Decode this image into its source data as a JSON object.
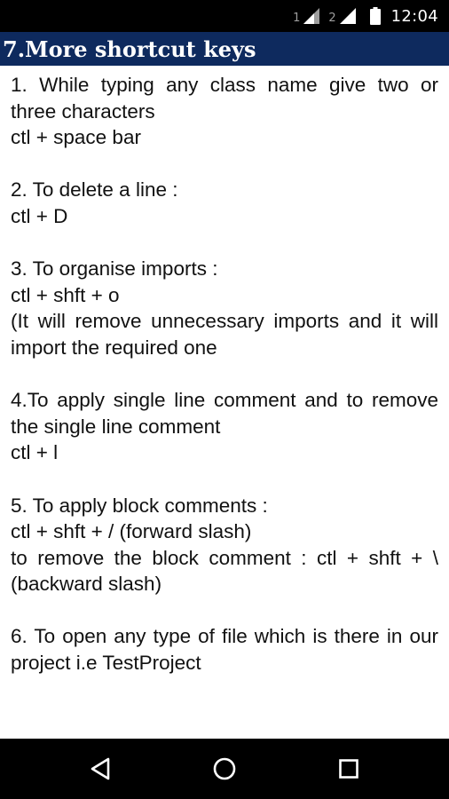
{
  "status_bar": {
    "sim1_label": "1",
    "sim2_label": "2",
    "time": "12:04",
    "icons": [
      "signal-icon",
      "signal-icon",
      "battery-icon"
    ]
  },
  "header": {
    "title": "7.More shortcut keys",
    "background": "#0e2a5e"
  },
  "content": {
    "items": [
      {
        "lines": [
          "1. While typing any class name give two or three characters",
          "ctl + space bar"
        ]
      },
      {
        "lines": [
          "2. To delete a line :",
          "ctl + D"
        ]
      },
      {
        "lines": [
          "3. To organise imports :",
          "ctl + shft + o",
          "(It will remove unnecessary imports and it will import the required one"
        ]
      },
      {
        "lines": [
          "4.To apply single line comment and to remove the single line comment",
          "ctl + l"
        ]
      },
      {
        "lines": [
          "5. To apply block comments :",
          "ctl + shft + / (forward slash)",
          "to remove the block comment : ctl + shft + \\ (backward slash)"
        ]
      },
      {
        "lines": [
          "6. To open any type of file which is there in our project i.e TestProject"
        ]
      }
    ]
  },
  "nav_bar": {
    "icons": [
      "back-icon",
      "home-icon",
      "recents-icon"
    ]
  }
}
